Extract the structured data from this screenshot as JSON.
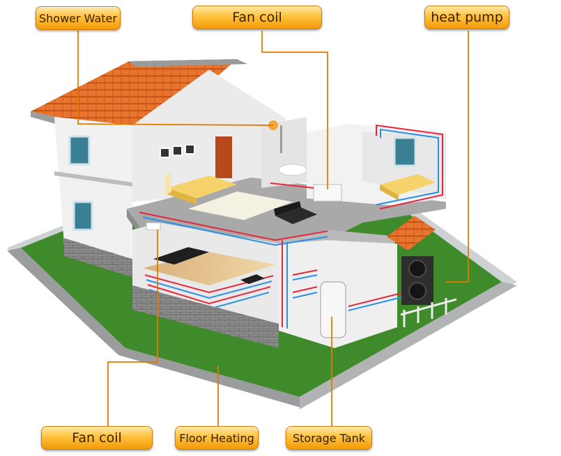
{
  "labels": {
    "shower_water": "Shower Water",
    "fan_coil_top": "Fan coil",
    "heat_pump": "heat pump",
    "fan_coil_bottom": "Fan coil",
    "floor_heating": "Floor Heating",
    "storage_tank": "Storage Tank"
  },
  "colors": {
    "label_fill": "#ffc23d",
    "label_border": "#d57a00",
    "leader_line": "#e07b00",
    "hot_pipe": "#e8263a",
    "cold_pipe": "#2a8fe8",
    "grass": "#3f8a2a",
    "roof_tile": "#e86c2a"
  }
}
